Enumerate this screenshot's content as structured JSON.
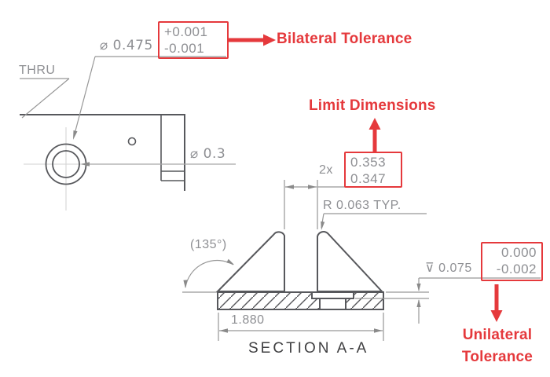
{
  "drawing": {
    "top_view": {
      "thru_label": "THRU",
      "dia_counterbore": "⌀ 0.475",
      "dia_hole": "⌀ 0.3"
    },
    "section_view": {
      "angle": "(135°)",
      "radius_note": "R 0.063 TYP.",
      "slot_qty": "2x",
      "depth_symbol": "⊽",
      "depth_value": "0.075",
      "base_width": "1.880",
      "title": "SECTION A-A"
    },
    "callouts": {
      "bilateral": {
        "label": "Bilateral Tolerance",
        "upper": "+0.001",
        "lower": "-0.001"
      },
      "limit": {
        "label": "Limit Dimensions",
        "upper": "0.353",
        "lower": "0.347"
      },
      "unilateral": {
        "label_line1": "Unilateral",
        "label_line2": "Tolerance",
        "upper": "0.000",
        "lower": "-0.002"
      }
    }
  },
  "colors": {
    "accent_red": "#e5393c",
    "object_line": "#57585c",
    "dimension_line": "#979797",
    "centerline": "#d2d2d2",
    "dimension_text": "#8e8f93",
    "section_text": "#3f3f41"
  }
}
